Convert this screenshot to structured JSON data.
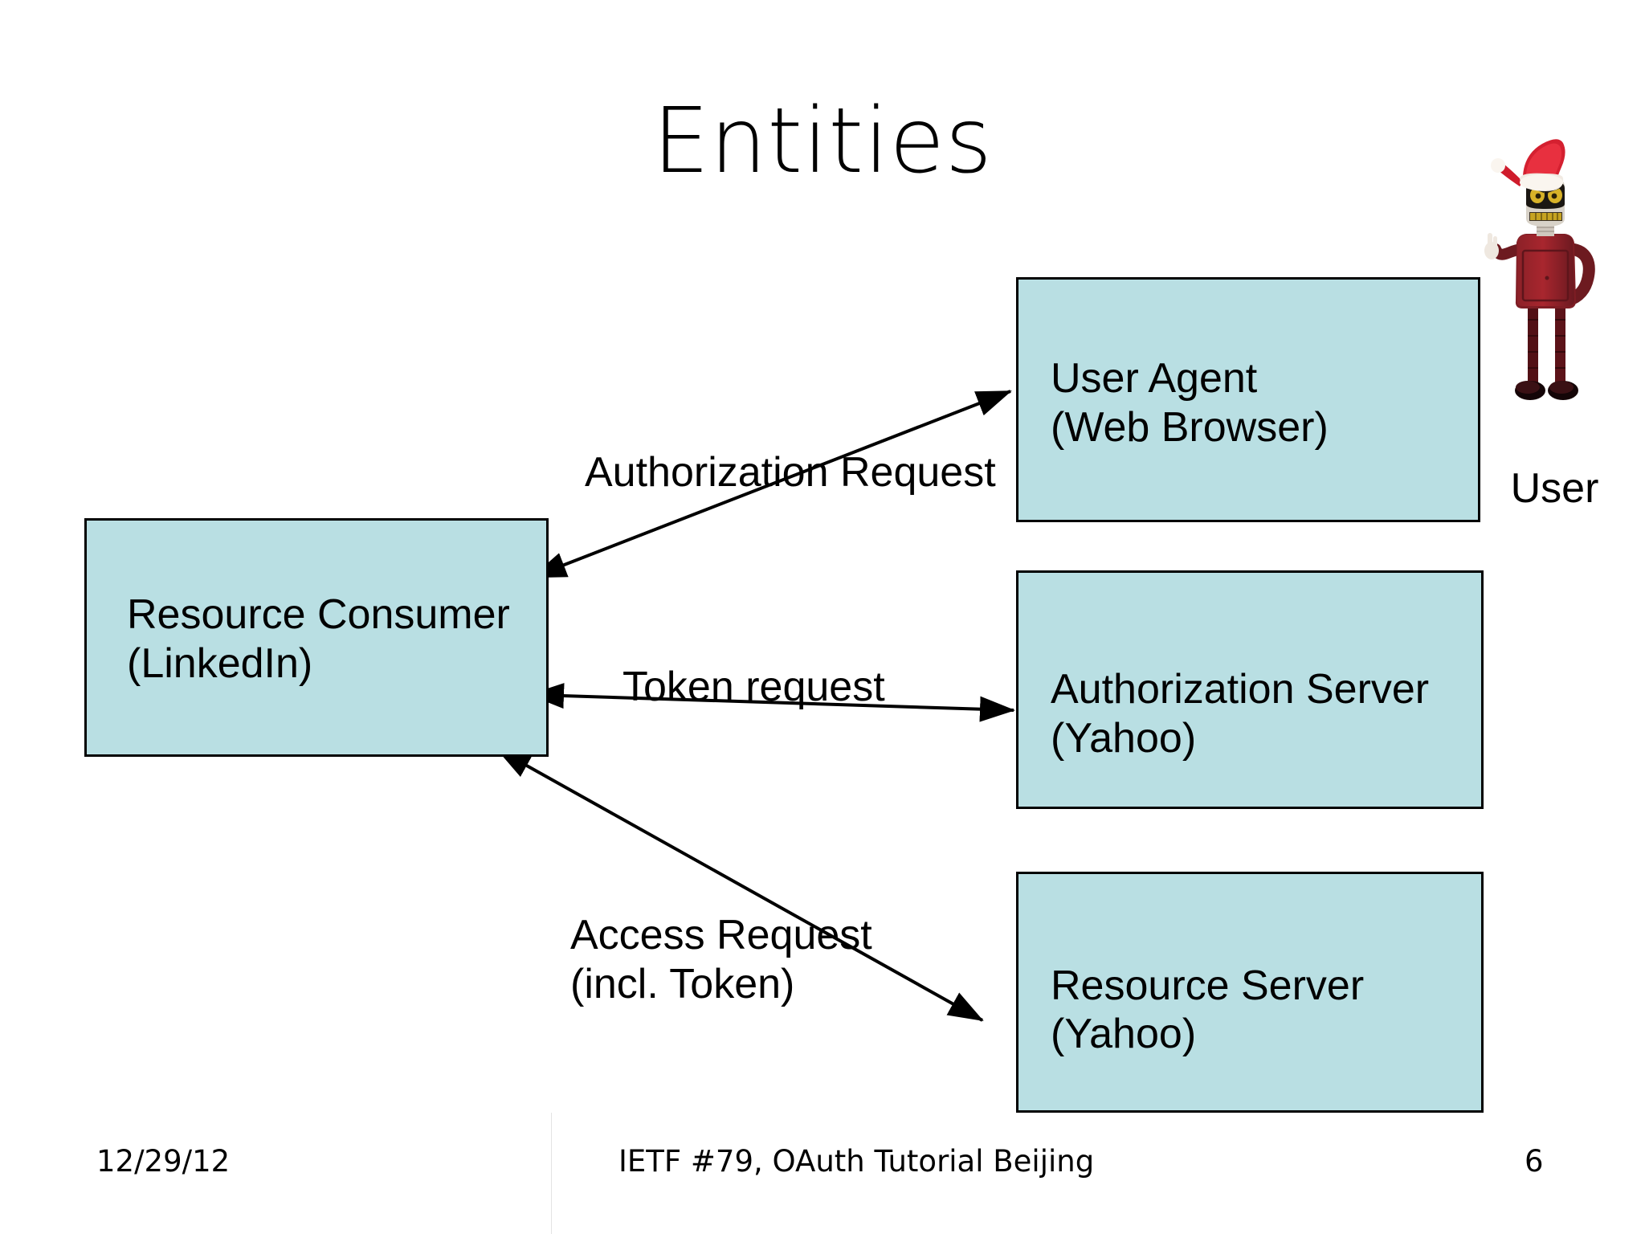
{
  "slide": {
    "title": "Entities",
    "background_color": "#ffffff",
    "box_fill_color": "#b9dfe3",
    "box_border_color": "#000000",
    "text_color": "#000000"
  },
  "entities": {
    "user_agent": {
      "line1": "User Agent",
      "line2": "(Web Browser)"
    },
    "authorization_server": {
      "line1": "Authorization Server",
      "line2": "(Yahoo)"
    },
    "resource_server": {
      "line1": "Resource Server",
      "line2": "(Yahoo)"
    },
    "resource_consumer": {
      "line1": "Resource Consumer",
      "line2": "(LinkedIn)"
    },
    "user": {
      "label": "User",
      "figure": "robot-santa-hat-icon"
    }
  },
  "arrows": [
    {
      "name": "authorization-request",
      "label_line1": "Authorization Request",
      "label_line2": "",
      "from": "resource-consumer",
      "to": "user-agent",
      "heads": "both"
    },
    {
      "name": "token-request",
      "label_line1": "Token request",
      "label_line2": "",
      "from": "resource-consumer",
      "to": "authorization-server",
      "heads": "both"
    },
    {
      "name": "access-request",
      "label_line1": "Access Request",
      "label_line2": "(incl. Token)",
      "from": "resource-consumer",
      "to": "resource-server",
      "heads": "both"
    }
  ],
  "footer": {
    "date": "12/29/12",
    "center": "IETF #79, OAuth Tutorial Beijing",
    "page_number": "6"
  }
}
